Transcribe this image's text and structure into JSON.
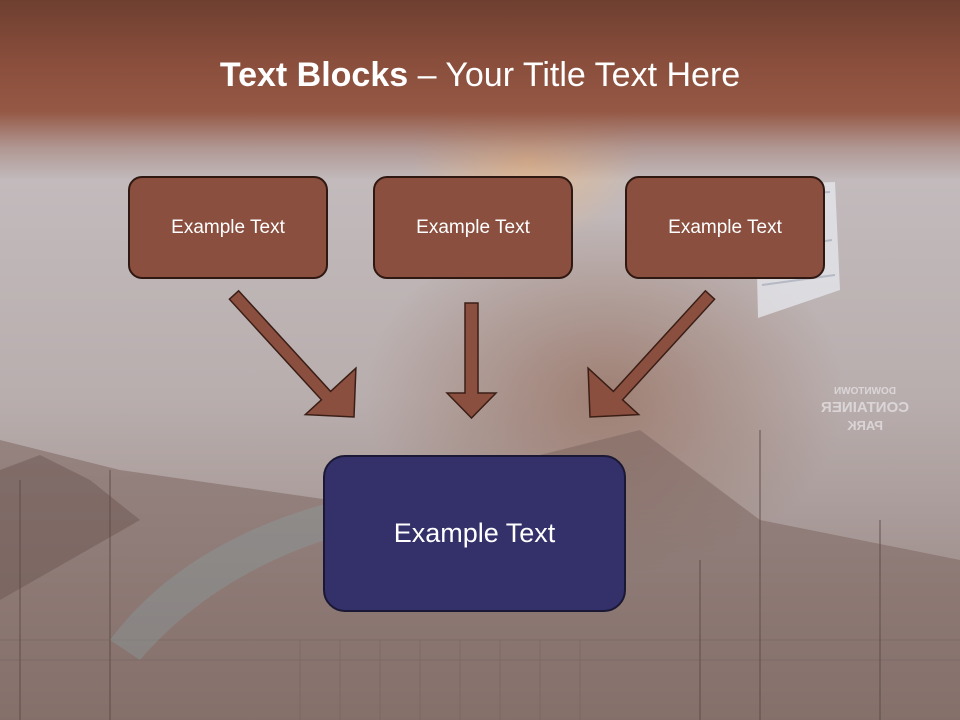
{
  "title": {
    "bold_part": "Text Blocks",
    "separator": " – ",
    "rest_part": "Your Title Text Here"
  },
  "blocks": [
    {
      "label": "Example Text"
    },
    {
      "label": "Example Text"
    },
    {
      "label": "Example Text"
    }
  ],
  "target": {
    "label": "Example Text"
  },
  "background": {
    "sign_lines": [
      "DOWNTOWN",
      "CONTAINER",
      "PARK"
    ]
  },
  "colors": {
    "title_band": "#8a4e3c",
    "block_fill": "#8a4f3f",
    "arrow_fill": "#8a4f3f",
    "target_fill": "#33306a",
    "text": "#ffffff"
  }
}
